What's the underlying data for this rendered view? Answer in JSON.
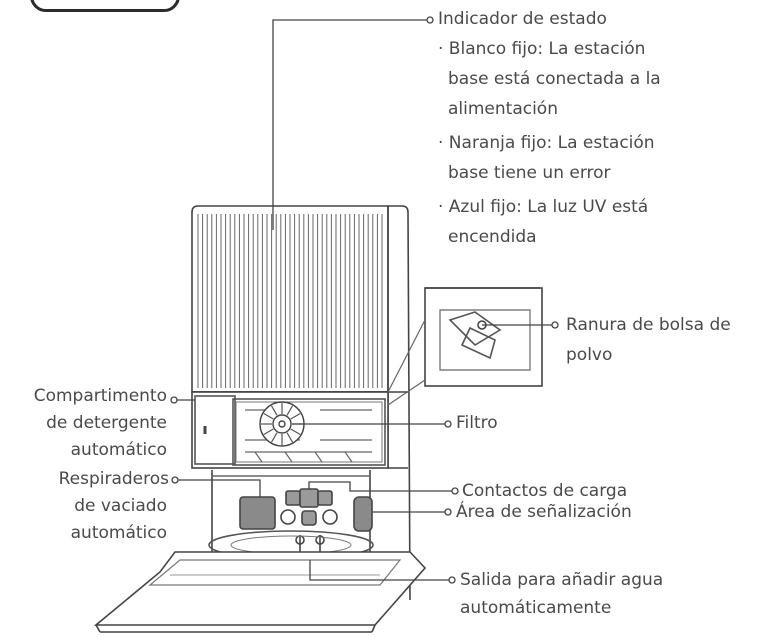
{
  "labels": {
    "status_indicator": {
      "title": "Indicador de estado",
      "white_line1": "· Blanco fijo: La estación",
      "white_line2": "base está conectada a la",
      "white_line3": "alimentación",
      "orange_line1": "· Naranja fijo: La estación",
      "orange_line2": "base tiene un error",
      "blue_line1": "· Azul fijo: La luz UV está",
      "blue_line2": "encendida"
    },
    "dust_bag_slot": {
      "line1": "Ranura de bolsa de",
      "line2": "polvo"
    },
    "detergent": {
      "line1": "Compartimento",
      "line2": "de detergente",
      "line3": "automático"
    },
    "filter": "Filtro",
    "vents": {
      "line1": "Respiraderos",
      "line2": "de vaciado",
      "line3": "automático"
    },
    "charging_contacts": "Contactos de carga",
    "signal_area": "Área de señalización",
    "water_outlet": {
      "line1": "Salida para añadir agua",
      "line2": "automáticamente"
    }
  },
  "colors": {
    "line": "#444444",
    "text": "#4a4a4a",
    "signal_area_fill": "#8a8a8a"
  }
}
